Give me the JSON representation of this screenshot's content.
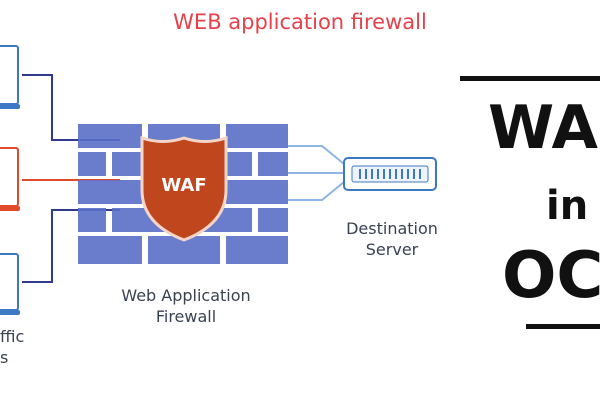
{
  "title": "WEB application firewall",
  "shield_label": "WAF",
  "firewall_label": [
    "Web Application",
    "Firewall"
  ],
  "destination_label": [
    "Destination",
    "Server"
  ],
  "traffic_label": [
    "ffic",
    "s"
  ],
  "side_title": {
    "line1": "WA",
    "line2": "in",
    "line3": "OC"
  },
  "colors": {
    "title": "#e8404a",
    "client_line": "#2f3a8c",
    "malicious_line": "#e24a2c",
    "wall_bricks": "#5a6fc8",
    "shield": "#c0461e",
    "server": "#3e78c2",
    "connector": "#8fb4e6",
    "side_text": "#111111"
  },
  "icons": [
    "laptop-icon",
    "laptop-icon",
    "laptop-icon",
    "firewall-wall-icon",
    "shield-icon",
    "server-icon"
  ]
}
